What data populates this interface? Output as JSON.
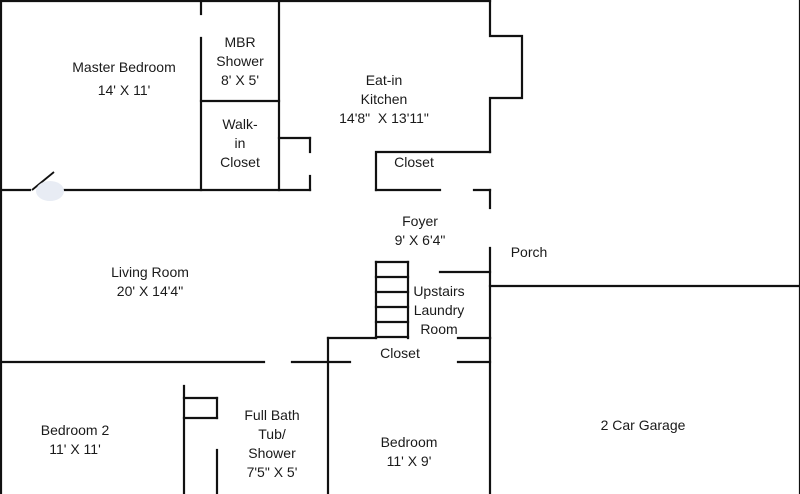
{
  "rooms": {
    "master_bedroom": {
      "name": "Master Bedroom",
      "dims": "14' X 11'"
    },
    "mbr_shower": {
      "line1": "MBR",
      "line2": "Shower",
      "dims": "8' X 5'"
    },
    "walkin_closet": {
      "line1": "Walk-",
      "line2": "in",
      "line3": "Closet"
    },
    "kitchen": {
      "line1": "Eat-in",
      "line2": "Kitchen",
      "dims": "14'8\"  X 13'11\""
    },
    "kitchen_closet": {
      "name": "Closet"
    },
    "foyer": {
      "name": "Foyer",
      "dims": "9' X 6'4\""
    },
    "porch": {
      "name": "Porch"
    },
    "living_room": {
      "name": "Living Room",
      "dims": "20' X 14'4\""
    },
    "laundry": {
      "line1": "Upstairs",
      "line2": "Laundry",
      "line3": "Room"
    },
    "hall_closet": {
      "name": "Closet"
    },
    "bedroom2": {
      "name": "Bedroom 2",
      "dims": "11' X 11'"
    },
    "full_bath": {
      "line1": "Full Bath",
      "line2": "Tub/",
      "line3": "Shower",
      "dims": "7'5\" X 5'"
    },
    "bedroom": {
      "name": "Bedroom",
      "dims": "11' X 9'"
    },
    "garage": {
      "name": "2 Car Garage"
    }
  }
}
